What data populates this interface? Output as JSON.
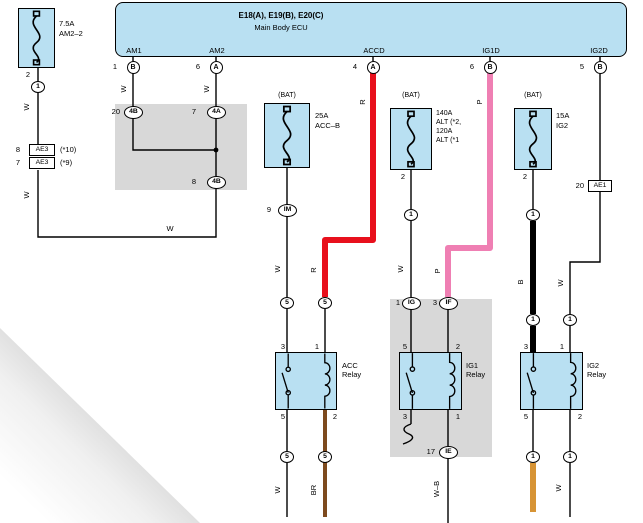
{
  "colors": {
    "component_blue": "#b9e0f2",
    "box_gray": "#d8d8d8",
    "wire_red": "#e8101c",
    "wire_pink": "#ef7fb3",
    "wire_black": "#000000",
    "wire_orange": "#d79435",
    "wire_brown": "#7d4a1e"
  },
  "ecu": {
    "title": "E18(A), E19(B), E20(C)",
    "subtitle": "Main Body ECU",
    "pins": [
      {
        "group": "AM1",
        "num": "1",
        "letter": "B"
      },
      {
        "group": "AM2",
        "num": "6",
        "letter": "A"
      },
      {
        "group": "ACCD",
        "num": "4",
        "letter": "A"
      },
      {
        "group": "IG1D",
        "num": "6",
        "letter": "B"
      },
      {
        "group": "IG2D",
        "num": "5",
        "letter": "B"
      }
    ]
  },
  "fuses": {
    "am2_2": {
      "rating": "7.5A",
      "name": "AM2–2",
      "pin": "2",
      "node": "1"
    },
    "acc_b": {
      "bat": "(BAT)",
      "rating": "25A",
      "name": "ACC–B",
      "pin": "9",
      "node": "IM"
    },
    "alt": {
      "bat": "(BAT)",
      "lines": [
        "140A",
        "ALT (*2,",
        "120A",
        "ALT (*1"
      ],
      "pin": "2",
      "node": "1"
    },
    "ig2": {
      "bat": "(BAT)",
      "rating": "15A",
      "name": "IG2",
      "pin": "2",
      "node": "1"
    }
  },
  "junctions": {
    "j4b_top": {
      "num": "20",
      "label": "4B"
    },
    "j4a": {
      "num": "7",
      "label": "4A"
    },
    "j4b_bottom": {
      "num": "8",
      "label": "4B"
    },
    "ae3_upper": {
      "num": "8",
      "label": "AE3",
      "note": "(*10)"
    },
    "ae3_lower": {
      "num": "7",
      "label": "AE3",
      "note": "(*9)"
    },
    "ae1": {
      "num": "20",
      "label": "AE1"
    },
    "ig": {
      "num": "1",
      "label": "IG"
    },
    "if": {
      "num": "3",
      "label": "IF"
    },
    "ie": {
      "num": "17",
      "label": "IE"
    },
    "acc_in_left": "5",
    "acc_in_right": "5",
    "ig2_in_left": "1",
    "ig2_in_right": "1",
    "acc_out_left": "5",
    "acc_out_right": "5",
    "ig2_out_left": "1",
    "ig2_out_right": "1"
  },
  "relays": {
    "acc": {
      "name1": "ACC",
      "name2": "Relay",
      "tl": "3",
      "tr": "1",
      "bl": "5",
      "br": "2"
    },
    "ig1": {
      "name1": "IG1",
      "name2": "Relay",
      "tl": "5",
      "tr": "2",
      "bl": "3",
      "br": "1"
    },
    "ig2": {
      "name1": "IG2",
      "name2": "Relay",
      "tl": "3",
      "tr": "1",
      "bl": "5",
      "br": "2"
    }
  },
  "wire_labels": {
    "w": "W",
    "r": "R",
    "p": "P",
    "b": "B",
    "br": "BR",
    "wb": "W–B"
  }
}
